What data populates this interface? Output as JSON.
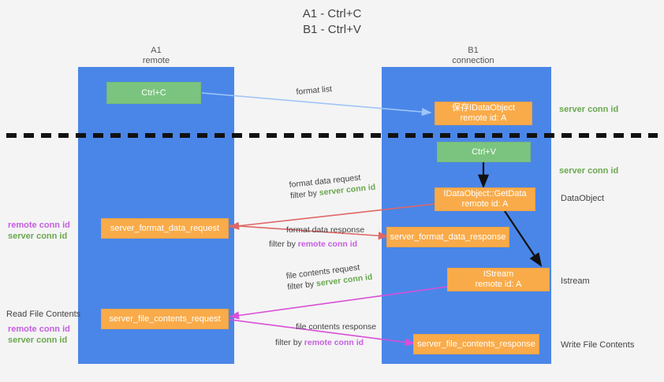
{
  "title": {
    "line1": "A1 - Ctrl+C",
    "line2": "B1 - Ctrl+V"
  },
  "columns": [
    {
      "name": "A1",
      "role": "remote"
    },
    {
      "name": "B1",
      "role": "connection"
    }
  ],
  "boxes": {
    "ctrl_c": "Ctrl+C",
    "save_dataobject_l1": "保存IDataObject",
    "save_dataobject_l2": "remote id: A",
    "ctrl_v": "Ctrl+V",
    "getdata_l1": "IDataObject::GetData",
    "getdata_l2": "remote id: A",
    "server_format_data_request": "server_format_data_request",
    "server_format_data_response": "server_format_data_response",
    "istream_l1": "IStream",
    "istream_l2": "remote id: A",
    "server_file_contents_request": "server_file_contents_request",
    "server_file_contents_response": "server_file_contents_response"
  },
  "arrow_labels": {
    "format_list": "format list",
    "format_data_request": "format data request",
    "format_data_request_filter_prefix": "filter by ",
    "format_data_request_filter_value": "server conn id",
    "format_data_response": "format data response",
    "format_data_response_filter_prefix": "filter by ",
    "format_data_response_filter_value": "remote conn id",
    "file_contents_request": "file contents request",
    "file_contents_request_filter_prefix": "filter by ",
    "file_contents_request_filter_value": "server conn id",
    "file_contents_response": "file contents response",
    "file_contents_response_filter_prefix": "filter by ",
    "file_contents_response_filter_value": "remote conn id"
  },
  "right_labels": {
    "server_conn_id_top": "server conn id",
    "server_conn_id_mid": "server conn id",
    "dataobject": "DataObject",
    "istream": "Istream",
    "write_file_contents": "Write File Contents"
  },
  "left_labels": {
    "remote_conn_id_mid": "remote conn id",
    "server_conn_id_mid": "server conn id",
    "read_file_contents": "Read File Contents",
    "remote_conn_id_bottom": "remote conn id",
    "server_conn_id_bottom": "server conn id"
  },
  "colors": {
    "column": "#4a86e8",
    "orange_box": "#f9ab4a",
    "green_box": "#7bc47f",
    "green_text": "#6aa84f",
    "purple_text": "#c55ee0",
    "arrow_blue": "#9fc5f8",
    "arrow_red": "#e06666",
    "arrow_magenta": "#d84fd8",
    "arrow_black": "#000000",
    "background": "#f4f4f4"
  }
}
